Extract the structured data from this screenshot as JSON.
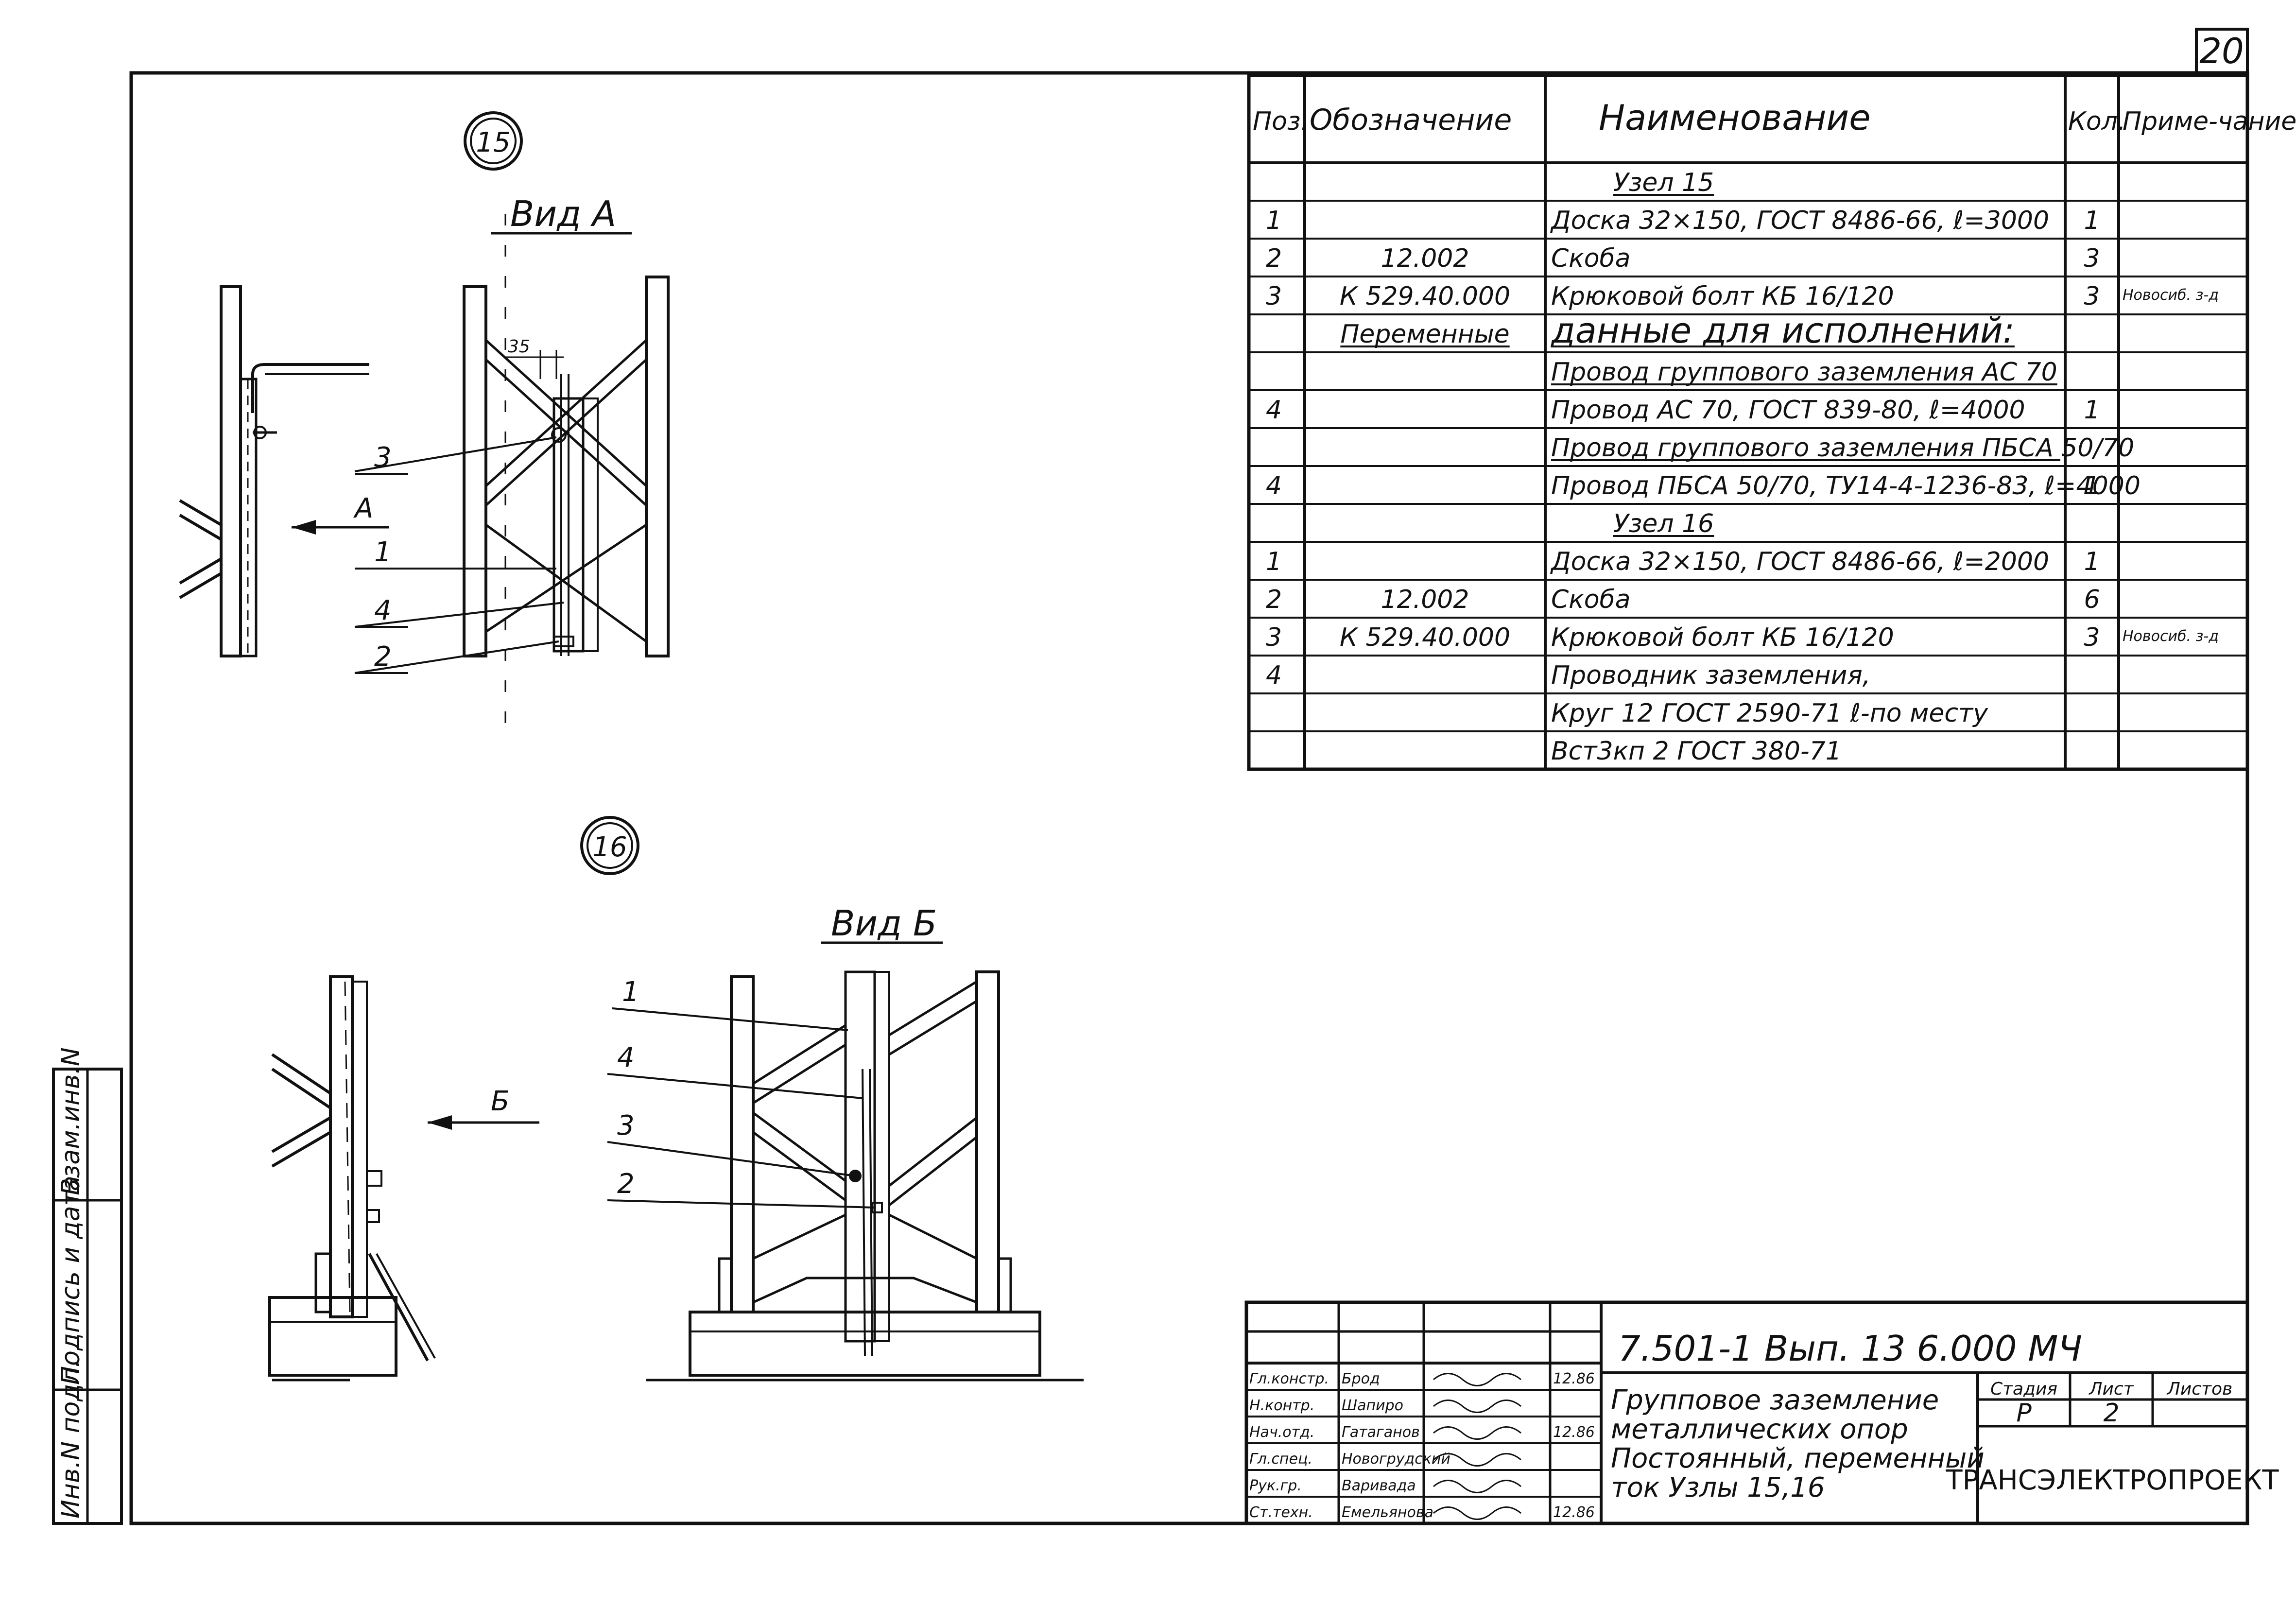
{
  "sheet": {
    "number": "20",
    "side_stamp": [
      "Инв.N подл.",
      "Подпись и дата",
      "Взам.инв.N"
    ]
  },
  "node15": {
    "marker": "15",
    "view_title": "Вид А",
    "arrow_label": "А",
    "dim": "35",
    "callouts": [
      "3",
      "1",
      "4",
      "2"
    ]
  },
  "node16": {
    "marker": "16",
    "view_title": "Вид Б",
    "arrow_label": "Б",
    "callouts": [
      "1",
      "4",
      "3",
      "2"
    ]
  },
  "spec": {
    "headers": {
      "pos": "Поз.",
      "designation": "Обозначение",
      "name": "Наименование",
      "qty": "Кол.",
      "note": "Приме-чание"
    },
    "rows": [
      {
        "pos": "",
        "designation": "",
        "name": "Узел 15",
        "qty": "",
        "note": "",
        "style": "section"
      },
      {
        "pos": "1",
        "designation": "",
        "name": "Доска 32×150, ГОСТ 8486-66, ℓ=3000",
        "qty": "1",
        "note": ""
      },
      {
        "pos": "2",
        "designation": "12.002",
        "name": "Скоба",
        "qty": "3",
        "note": ""
      },
      {
        "pos": "3",
        "designation": "К 529.40.000",
        "name": "Крюковой болт КБ 16/120",
        "qty": "3",
        "note": "Новосиб. з-д"
      },
      {
        "pos": "",
        "designation": "Переменные",
        "name": "данные для исполнений:",
        "qty": "",
        "note": "",
        "style": "big"
      },
      {
        "pos": "",
        "designation": "",
        "name": "Провод группового заземления АС 70",
        "qty": "",
        "note": "",
        "style": "underline"
      },
      {
        "pos": "4",
        "designation": "",
        "name": "Провод АС 70, ГОСТ 839-80, ℓ=4000",
        "qty": "1",
        "note": ""
      },
      {
        "pos": "",
        "designation": "",
        "name": "Провод группового заземления ПБСА 50/70",
        "qty": "",
        "note": "",
        "style": "underline"
      },
      {
        "pos": "4",
        "designation": "",
        "name": "Провод ПБСА 50/70, ТУ14-4-1236-83, ℓ=4000",
        "qty": "1",
        "note": ""
      },
      {
        "pos": "",
        "designation": "",
        "name": "Узел 16",
        "qty": "",
        "note": "",
        "style": "section"
      },
      {
        "pos": "1",
        "designation": "",
        "name": "Доска 32×150, ГОСТ 8486-66, ℓ=2000",
        "qty": "1",
        "note": ""
      },
      {
        "pos": "2",
        "designation": "12.002",
        "name": "Скоба",
        "qty": "6",
        "note": ""
      },
      {
        "pos": "3",
        "designation": "К 529.40.000",
        "name": "Крюковой болт КБ 16/120",
        "qty": "3",
        "note": "Новосиб. з-д"
      },
      {
        "pos": "4",
        "designation": "",
        "name": "Проводник заземления,",
        "qty": "",
        "note": ""
      },
      {
        "pos": "",
        "designation": "",
        "name": "Круг 12 ГОСТ 2590-71 ℓ-по месту",
        "qty": "",
        "note": ""
      },
      {
        "pos": "",
        "designation": "",
        "name": "Вст3кп 2 ГОСТ 380-71",
        "qty": "",
        "note": ""
      }
    ]
  },
  "title_block": {
    "code": "7.501-1  Вып. 13    6.000 МЧ",
    "title_lines": [
      "Групповое заземление",
      "металлических опор",
      "Постоянный, переменный",
      "ток  Узлы 15,16"
    ],
    "stage_header": "Стадия",
    "sheet_header": "Лист",
    "sheets_header": "Листов",
    "stage": "Р",
    "sheet": "2",
    "sheets": "",
    "org": "ТРАНСЭЛЕКТРОПРОЕКТ",
    "staff": [
      {
        "role": "Гл.констр.",
        "name": "Брод",
        "date": "12.86"
      },
      {
        "role": "Н.контр.",
        "name": "Шапиро",
        "date": ""
      },
      {
        "role": "Нач.отд.",
        "name": "Гатаганов",
        "date": "12.86"
      },
      {
        "role": "Гл.спец.",
        "name": "Новогрудский",
        "date": ""
      },
      {
        "role": "Рук.гр.",
        "name": "Варивада",
        "date": ""
      },
      {
        "role": "Ст.техн.",
        "name": "Емельянова",
        "date": "12.86"
      }
    ]
  }
}
